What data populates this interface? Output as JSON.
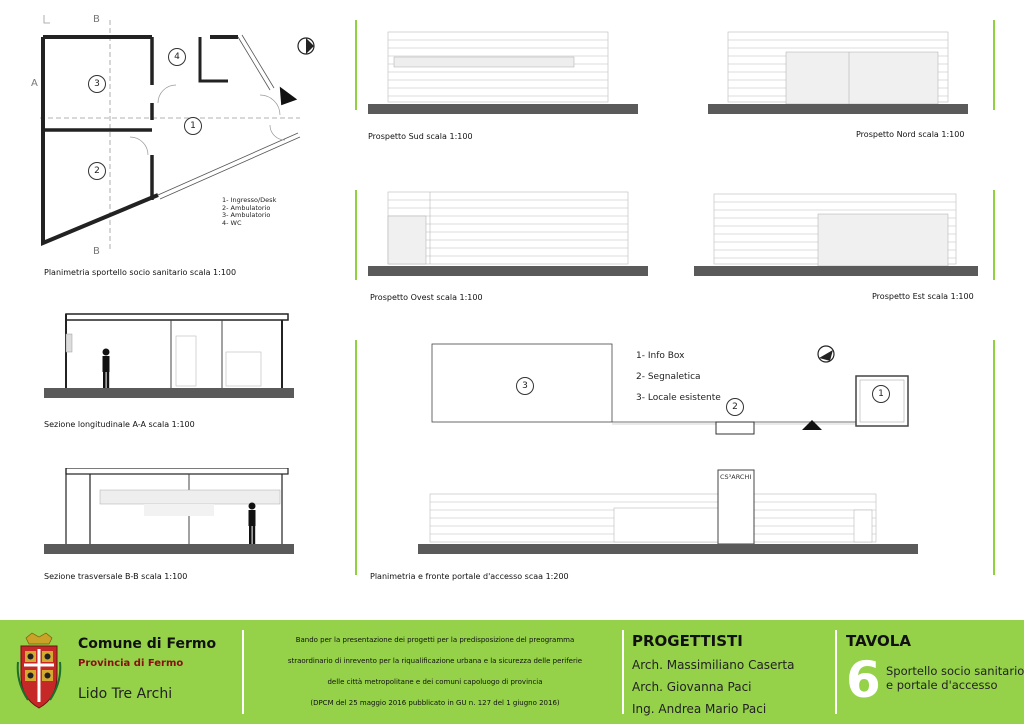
{
  "plan": {
    "caption": "Planimetria sportello socio sanitario scala 1:100",
    "section_letters": {
      "b_top": "B",
      "b_bottom": "B",
      "a_left": "A"
    },
    "rooms": [
      "1",
      "2",
      "3",
      "4"
    ],
    "legend": [
      "1-   Ingresso/Desk",
      "2-   Ambulatorio",
      "3-   Ambulatorio",
      "4-   WC"
    ]
  },
  "sections": {
    "longitudinal": "Sezione longitudinale A-A scala 1:100",
    "transversal": "Sezione trasversale B-B scala 1:100"
  },
  "elevations": {
    "south": "Prospetto Sud scala 1:100",
    "north": "Prospetto Nord scala 1:100",
    "west": "Prospetto Ovest scala 1:100",
    "east": "Prospetto Est scala 1:100"
  },
  "portal": {
    "caption": "Planimetria e fronte portale d'accesso scaa 1:200",
    "legend": [
      "1-  Info Box",
      "2-  Segnaletica",
      "3-  Locale esistente"
    ],
    "numbers": [
      "1",
      "2",
      "3"
    ],
    "sign_title": "CS³ARCHI"
  },
  "footer": {
    "municipality": "Comune di Fermo",
    "province": "Provincia di Fermo",
    "location": "Lido Tre Archi",
    "notice_lines": [
      "Bando per la presentazione dei progetti per la predisposizione del preogramma",
      "straordinario di inrevento per la riqualificazione urbana e la sicurezza delle periferie",
      "delle città metropolitane e dei comuni capoluogo di provincia",
      "(DPCM del 25 maggio 2016 pubblicato in GU n. 127 del 1 giugno 2016)"
    ],
    "designers_title": "PROGETTISTI",
    "designers": [
      "Arch. Massimiliano Caserta",
      "Arch. Giovanna Paci",
      "Ing. Andrea Mario Paci"
    ],
    "sheet_title": "TAVOLA",
    "sheet_number": "6",
    "sheet_desc": [
      "Sportello socio sanitario",
      "e portale d'accesso"
    ]
  },
  "colors": {
    "accent_green": "#95d24a",
    "ground": "#5a5a5a"
  }
}
